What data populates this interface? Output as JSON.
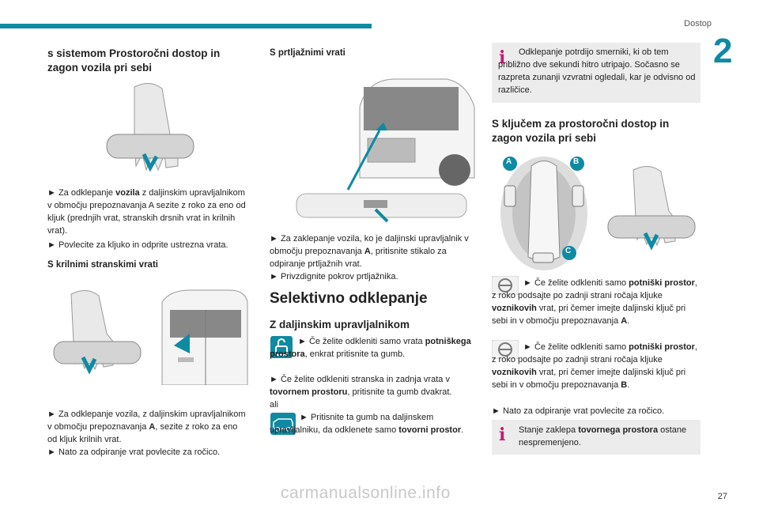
{
  "header": {
    "section": "Dostop",
    "chapter": "2",
    "page_number": "27"
  },
  "col1": {
    "title": "s sistemom Prostoročni dostop in zagon vozila pri sebi",
    "p1a": "► Za odklepanje ",
    "p1b": "vozila",
    "p1c": " z daljinskim upravljalnikom v območju prepoznavanja A sezite z roko za eno od kljuk (prednjih vrat, stranskih drsnih vrat in krilnih vrat).",
    "p2": "► Povlecite za kljuko in odprite ustrezna vrata.",
    "sub": "S krilnimi stranskimi vrati",
    "p3a": "► Za odklepanje vozila, z daljinskim upravljalnikom v območju prepoznavanja ",
    "p3b": "A",
    "p3c": ", sezite z roko za eno od kljuk krilnih vrat.",
    "p4": "► Nato za odpiranje vrat povlecite za ročico."
  },
  "col2": {
    "sub": "S prtljažnimi vrati",
    "p1a": "► Za zaklepanje vozila, ko je daljinski upravljalnik v območju prepoznavanja ",
    "p1b": "A",
    "p1c": ", pritisnite stikalo za odpiranje prtljažnih vrat.",
    "p2": "► Privzdignite pokrov prtljažnika.",
    "title": "Selektivno odklepanje",
    "sub2": "Z daljinskim upravljalnikom",
    "p3a": "► Če želite odkleniti samo vrata ",
    "p3b": "potniškega prostora",
    "p3c": ", enkrat pritisnite ta gumb.",
    "p4a": "► Če želite odkleniti stranska in zadnja vrata v ",
    "p4b": "tovornem prostoru",
    "p4c": ", pritisnite ta gumb dvakrat.",
    "ali": "ali",
    "p5a": "► Pritisnite ta gumb na daljinskem upravljalniku, da odklenete samo ",
    "p5b": "tovorni prostor",
    "p5c": "."
  },
  "col3": {
    "info1": "Odklepanje potrdijo smerniki, ki ob tem približno dve sekundi hitro utripajo. Sočasno se razpreta zunanji vzvratni ogledali, kar je odvisno od različice.",
    "title": "S ključem za prostoročni dostop in zagon vozila pri sebi",
    "zone_labels": [
      "A",
      "B",
      "C"
    ],
    "p1a": "► Če želite odkleniti samo ",
    "p1b": "potniški prostor",
    "p1c": ", z roko podsajte po zadnji strani ročaja kljuke ",
    "p1d": "voznikovih",
    "p1e": " vrat, pri čemer imejte daljinski ključ pri sebi in v območju prepoznavanja ",
    "p1f": "A",
    "p1g": ".",
    "p2a": "► Če želite odkleniti samo ",
    "p2b": "potniški prostor",
    "p2c": ", z roko podsajte po zadnji strani ročaja kljuke ",
    "p2d": "voznikovih",
    "p2e": " vrat, pri čemer imejte daljinski ključ pri sebi in v območju prepoznavanja ",
    "p2f": "B",
    "p2g": ".",
    "p3": "► Nato za odpiranje vrat povlecite za ročico.",
    "info2a": "Stanje zaklepa ",
    "info2b": "tovornega prostora",
    "info2c": " ostane nespremenjeno."
  },
  "watermark": "carmanualsonline.info",
  "colors": {
    "accent": "#0e8aa3",
    "info_icon": "#c51a75",
    "info_bg": "#ececec"
  },
  "icons": [
    "hand-handle-icon",
    "tailgate-icon",
    "unlock-icon",
    "van-icon",
    "steering-wheel-icon",
    "info-icon"
  ]
}
